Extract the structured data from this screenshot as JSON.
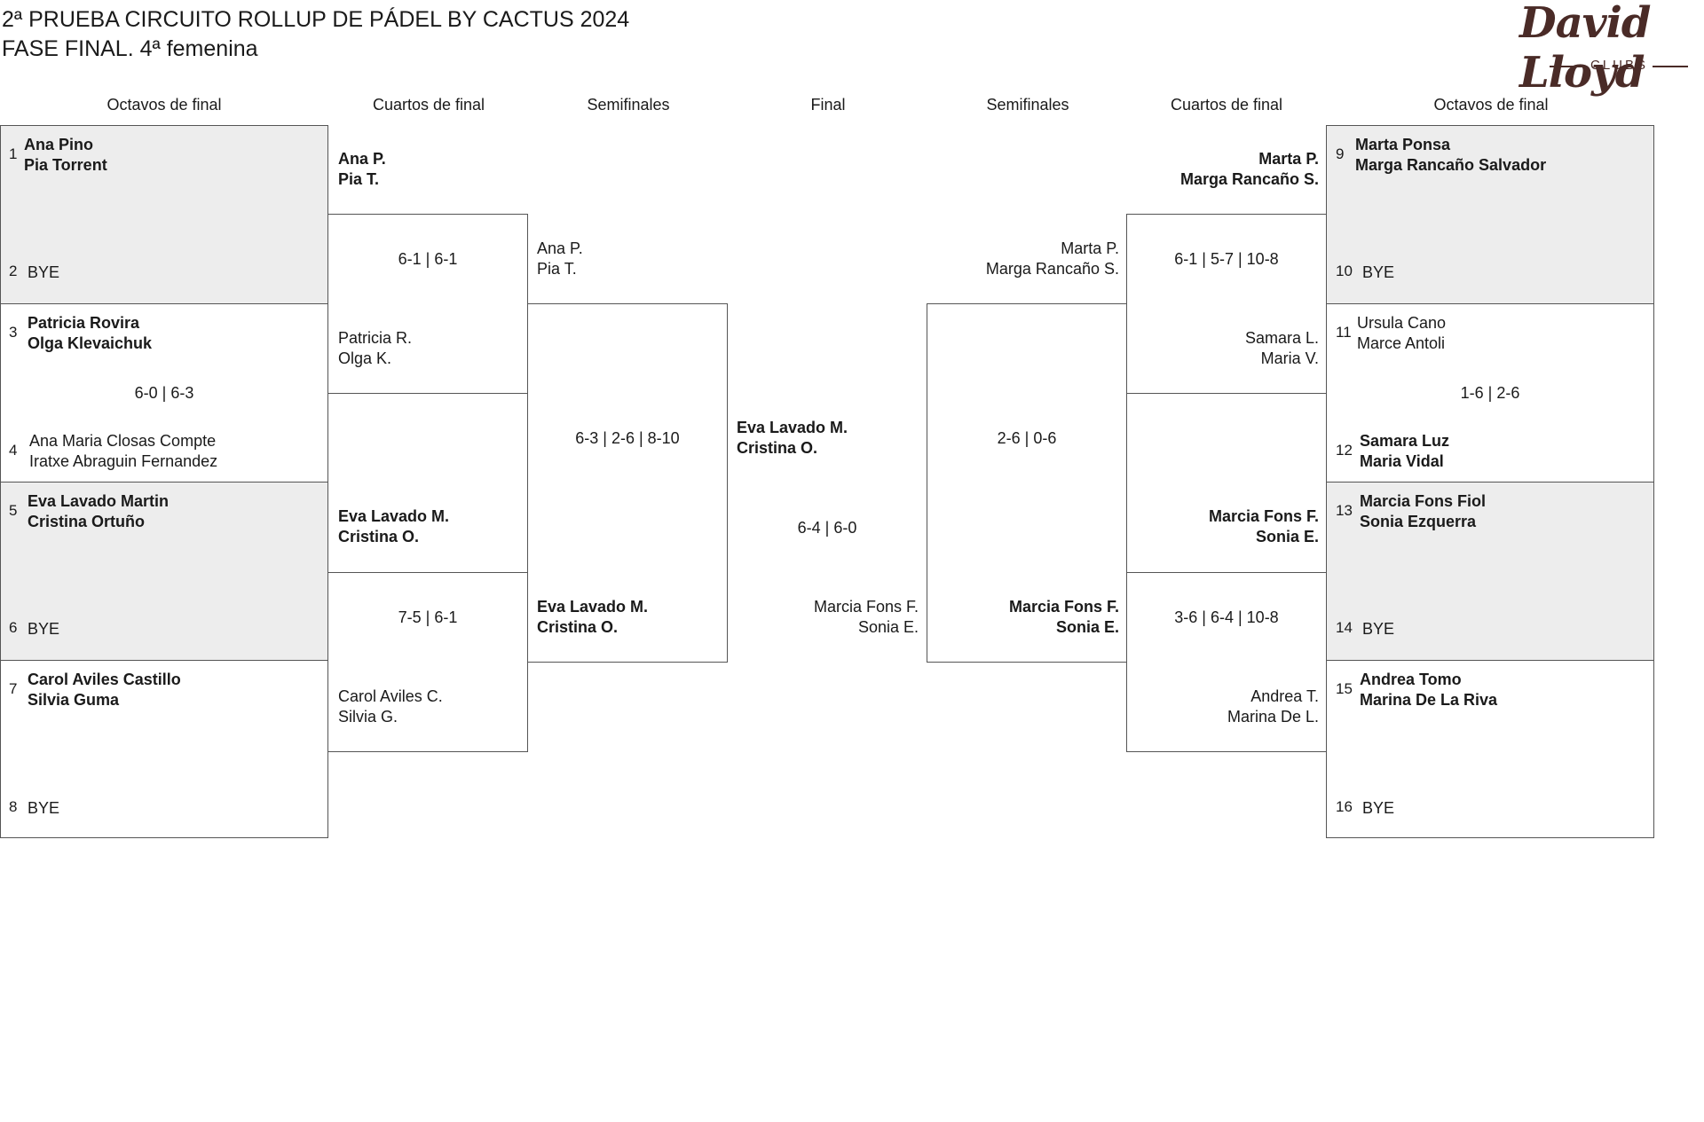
{
  "header": {
    "title_line1": "2ª PRUEBA CIRCUITO ROLLUP DE PÁDEL BY CACTUS 2024",
    "title_line2": "FASE FINAL. 4ª femenina",
    "logo_text": "David Lloyd",
    "logo_sub": "CLUBS"
  },
  "rounds": {
    "left_r16": "Octavos de final",
    "left_qf": "Cuartos de final",
    "left_sf": "Semifinales",
    "final": "Final",
    "right_sf": "Semifinales",
    "right_qf": "Cuartos de final",
    "right_r16": "Octavos de final"
  },
  "r16": {
    "s1": {
      "seed": "1",
      "p1": "Ana Pino",
      "p2": "Pia Torrent"
    },
    "s2": {
      "seed": "2",
      "p1": "BYE"
    },
    "s3": {
      "seed": "3",
      "p1": "Patricia Rovira",
      "p2": "Olga Klevaichuk"
    },
    "m34_score": "6-0 | 6-3",
    "s4": {
      "seed": "4",
      "p1": "Ana Maria Closas Compte",
      "p2": "Iratxe Abraguin Fernandez"
    },
    "s5": {
      "seed": "5",
      "p1": "Eva Lavado Martin",
      "p2": "Cristina Ortuño"
    },
    "s6": {
      "seed": "6",
      "p1": "BYE"
    },
    "s7": {
      "seed": "7",
      "p1": "Carol Aviles Castillo",
      "p2": "Silvia Guma"
    },
    "s8": {
      "seed": "8",
      "p1": "BYE"
    },
    "s9": {
      "seed": "9",
      "p1": "Marta Ponsa",
      "p2": "Marga Rancaño Salvador"
    },
    "s10": {
      "seed": "10",
      "p1": "BYE"
    },
    "s11": {
      "seed": "11",
      "p1": "Ursula Cano",
      "p2": "Marce Antoli"
    },
    "m1112_score": "1-6 | 2-6",
    "s12": {
      "seed": "12",
      "p1": "Samara Luz",
      "p2": "Maria Vidal"
    },
    "s13": {
      "seed": "13",
      "p1": "Marcia Fons Fiol",
      "p2": "Sonia Ezquerra"
    },
    "s14": {
      "seed": "14",
      "p1": "BYE"
    },
    "s15": {
      "seed": "15",
      "p1": "Andrea Tomo",
      "p2": "Marina De La Riva"
    },
    "s16": {
      "seed": "16",
      "p1": "BYE"
    }
  },
  "qf": {
    "l1_top": {
      "p1": "Ana P.",
      "p2": "Pia T."
    },
    "l1_score": "6-1 | 6-1",
    "l1_bot": {
      "p1": "Patricia R.",
      "p2": "Olga K."
    },
    "l2_top": {
      "p1": "Eva Lavado M.",
      "p2": "Cristina O."
    },
    "l2_score": "7-5 | 6-1",
    "l2_bot": {
      "p1": "Carol Aviles C.",
      "p2": "Silvia G."
    },
    "r1_top": {
      "p1": "Marta P.",
      "p2": "Marga Rancaño S."
    },
    "r1_score": "6-1 | 5-7 | 10-8",
    "r1_bot": {
      "p1": "Samara L.",
      "p2": "Maria V."
    },
    "r2_top": {
      "p1": "Marcia Fons F.",
      "p2": "Sonia E."
    },
    "r2_score": "3-6 | 6-4 | 10-8",
    "r2_bot": {
      "p1": "Andrea T.",
      "p2": "Marina De L."
    }
  },
  "sf": {
    "l_top": {
      "p1": "Ana P.",
      "p2": "Pia T."
    },
    "l_score": "6-3 | 2-6 | 8-10",
    "l_bot": {
      "p1": "Eva Lavado M.",
      "p2": "Cristina O."
    },
    "r_top": {
      "p1": "Marta P.",
      "p2": "Marga Rancaño S."
    },
    "r_score": "2-6 | 0-6",
    "r_bot": {
      "p1": "Marcia Fons F.",
      "p2": "Sonia E."
    }
  },
  "final": {
    "top": {
      "p1": "Eva Lavado M.",
      "p2": "Cristina O."
    },
    "score": "6-4 | 6-0",
    "bot": {
      "p1": "Marcia Fons F.",
      "p2": "Sonia E."
    }
  }
}
